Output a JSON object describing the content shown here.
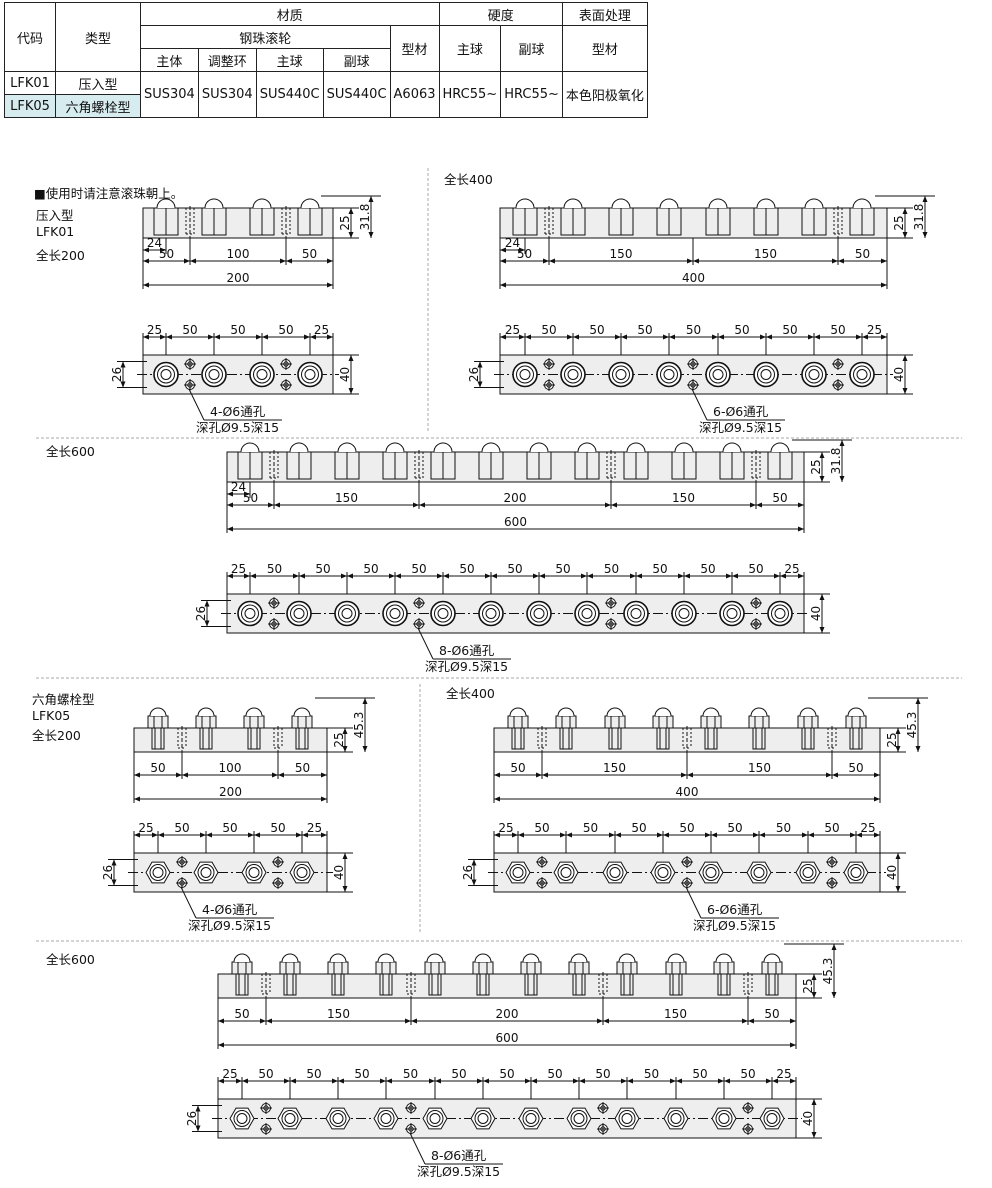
{
  "table": {
    "h_code": "代码",
    "h_type": "类型",
    "h_material": "材质",
    "h_hardness": "硬度",
    "h_surface": "表面处理",
    "h_steel_ball": "钢珠滚轮",
    "h_profile": "型材",
    "h_body": "主体",
    "h_ring": "调整环",
    "h_main_ball": "主球",
    "h_sub_ball": "副球",
    "h_hard_main": "主球",
    "h_hard_sub": "副球",
    "h_surface_sub": "型材",
    "rows": [
      {
        "code": "LFK01",
        "type": "压入型"
      },
      {
        "code": "LFK05",
        "type": "六角螺栓型"
      }
    ],
    "body": "SUS304",
    "ring": "SUS304",
    "main_ball": "SUS440C",
    "sub_ball": "SUS440C",
    "profile": "A6063",
    "hard_main": "HRC55~",
    "hard_sub": "HRC55~",
    "surface": "本色阳极氧化"
  },
  "notes": {
    "use_note": "■使用时请注意滚珠朝上。",
    "press_type": "压入型",
    "press_code": "LFK01",
    "hex_type": "六角螺栓型",
    "hex_code": "LFK05",
    "len200": "全长200",
    "len400": "全长400",
    "len600": "全长600"
  },
  "dims": {
    "h25": "25",
    "h31_8": "31.8",
    "h45_3": "45.3",
    "d24": "24",
    "d26": "26",
    "d40": "40",
    "d25": "25",
    "d50": "50",
    "d100": "100",
    "d150": "150",
    "d200": "200",
    "d400": "400",
    "d600": "600"
  },
  "holes": {
    "h4": "4-Ø6通孔",
    "h6": "6-Ø6通孔",
    "h8": "8-Ø6通孔",
    "cb": "深孔Ø9.5深15"
  }
}
